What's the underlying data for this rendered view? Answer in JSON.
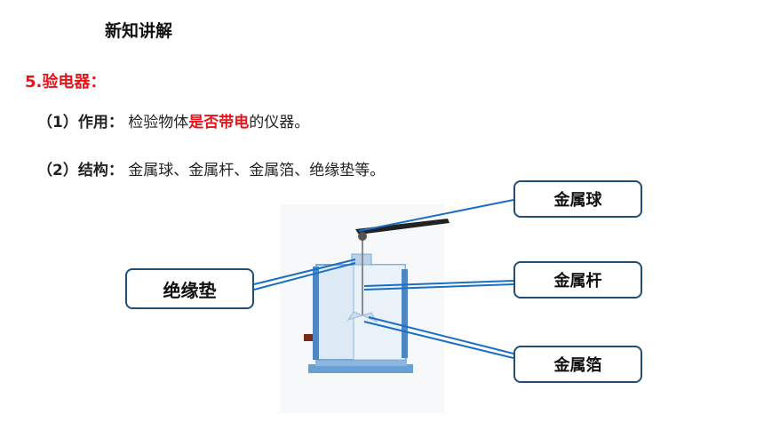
{
  "header": {
    "title": "新知讲解"
  },
  "item": {
    "title": "5.验电器："
  },
  "line1": {
    "prefix": "（1）作用：",
    "text_a": "检验物体",
    "highlight": "是否带电",
    "text_b": "的仪器。"
  },
  "line2": {
    "prefix": "（2）结构：",
    "text": "金属球、金属杆、金属箔、绝缘垫等。"
  },
  "labels": {
    "ball": "金属球",
    "rod": "金属杆",
    "foil": "金属箔",
    "pad": "绝缘垫"
  },
  "colors": {
    "accent_red": "#e8141b",
    "callout_line": "#1a6fc4",
    "box_border": "#1f4e79"
  }
}
